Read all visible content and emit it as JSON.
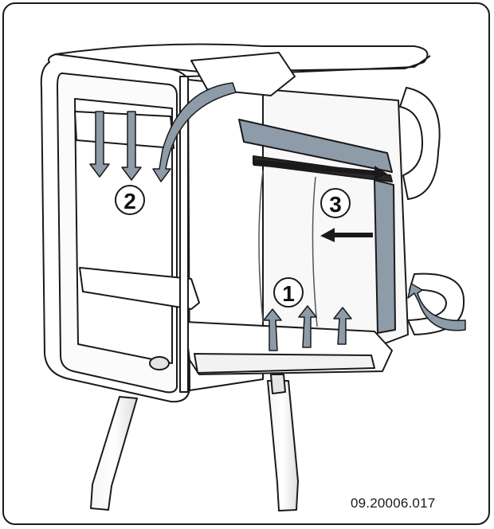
{
  "figure": {
    "reference_code": "09.20006.017",
    "callouts": [
      {
        "id": "1",
        "label": "1"
      },
      {
        "id": "2",
        "label": "2"
      },
      {
        "id": "3",
        "label": "3"
      }
    ]
  },
  "colors": {
    "stroke": "#1a1a1a",
    "airflow_arrow": "#8e9ba9",
    "background": "#ffffff"
  }
}
